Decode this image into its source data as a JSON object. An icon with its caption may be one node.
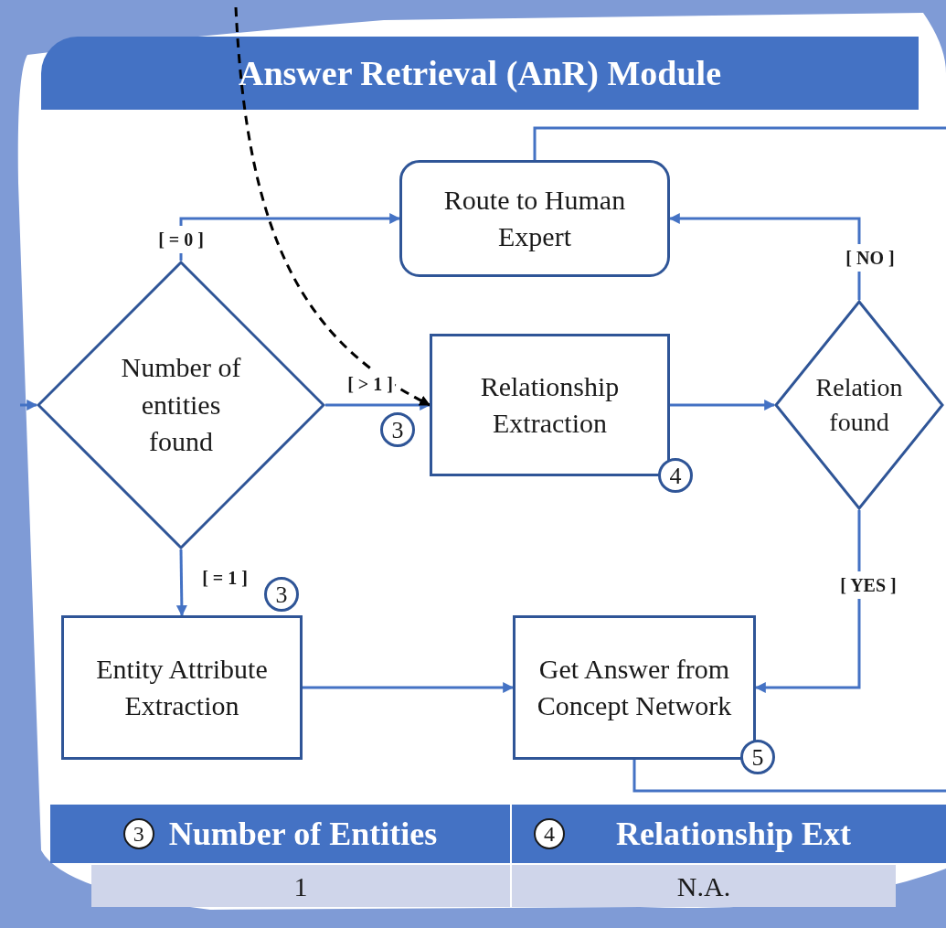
{
  "diagram": {
    "title": "Answer Retrieval (AnR) Module",
    "nodes": [
      {
        "text": [
          "Number of entities found"
        ]
      },
      {
        "text": [
          "Route to Human Expert"
        ]
      },
      {
        "text": [
          "Relationship Extraction"
        ]
      },
      {
        "text": [
          "Relation found"
        ]
      },
      {
        "text": [
          "Entity Attribute Extraction"
        ]
      },
      {
        "text": [
          "Get Answer from Concept Network"
        ]
      }
    ],
    "edges": [
      {
        "from": null,
        "to": 0,
        "arrow": "to"
      },
      {
        "from": 0,
        "to": 1,
        "arrow": "to",
        "label": "[ = 0 ]"
      },
      {
        "from": 0,
        "to": 2,
        "arrow": "to",
        "label": "[ > 1 ]"
      },
      {
        "from": 0,
        "to": 4,
        "arrow": "to",
        "label": "[ = 1 ]"
      },
      {
        "from": 2,
        "to": 3,
        "arrow": "to"
      },
      {
        "from": 3,
        "to": 1,
        "arrow": "to",
        "label": "[ NO ]"
      },
      {
        "from": 3,
        "to": 5,
        "arrow": "to",
        "label": "[ YES ]"
      },
      {
        "from": 4,
        "to": 5,
        "arrow": "to"
      },
      {
        "from": 1,
        "to": null,
        "arrow": "none"
      },
      {
        "from": 5,
        "to": null,
        "arrow": "none"
      },
      {
        "from": null,
        "to": 2,
        "arrow": "to",
        "style": "dashed",
        "color": "#000000"
      }
    ],
    "labels": [
      "3",
      "4",
      "3",
      "5",
      "3",
      "Number of Entities",
      "4",
      "Relationship Ext",
      "1",
      "N.A."
    ]
  }
}
